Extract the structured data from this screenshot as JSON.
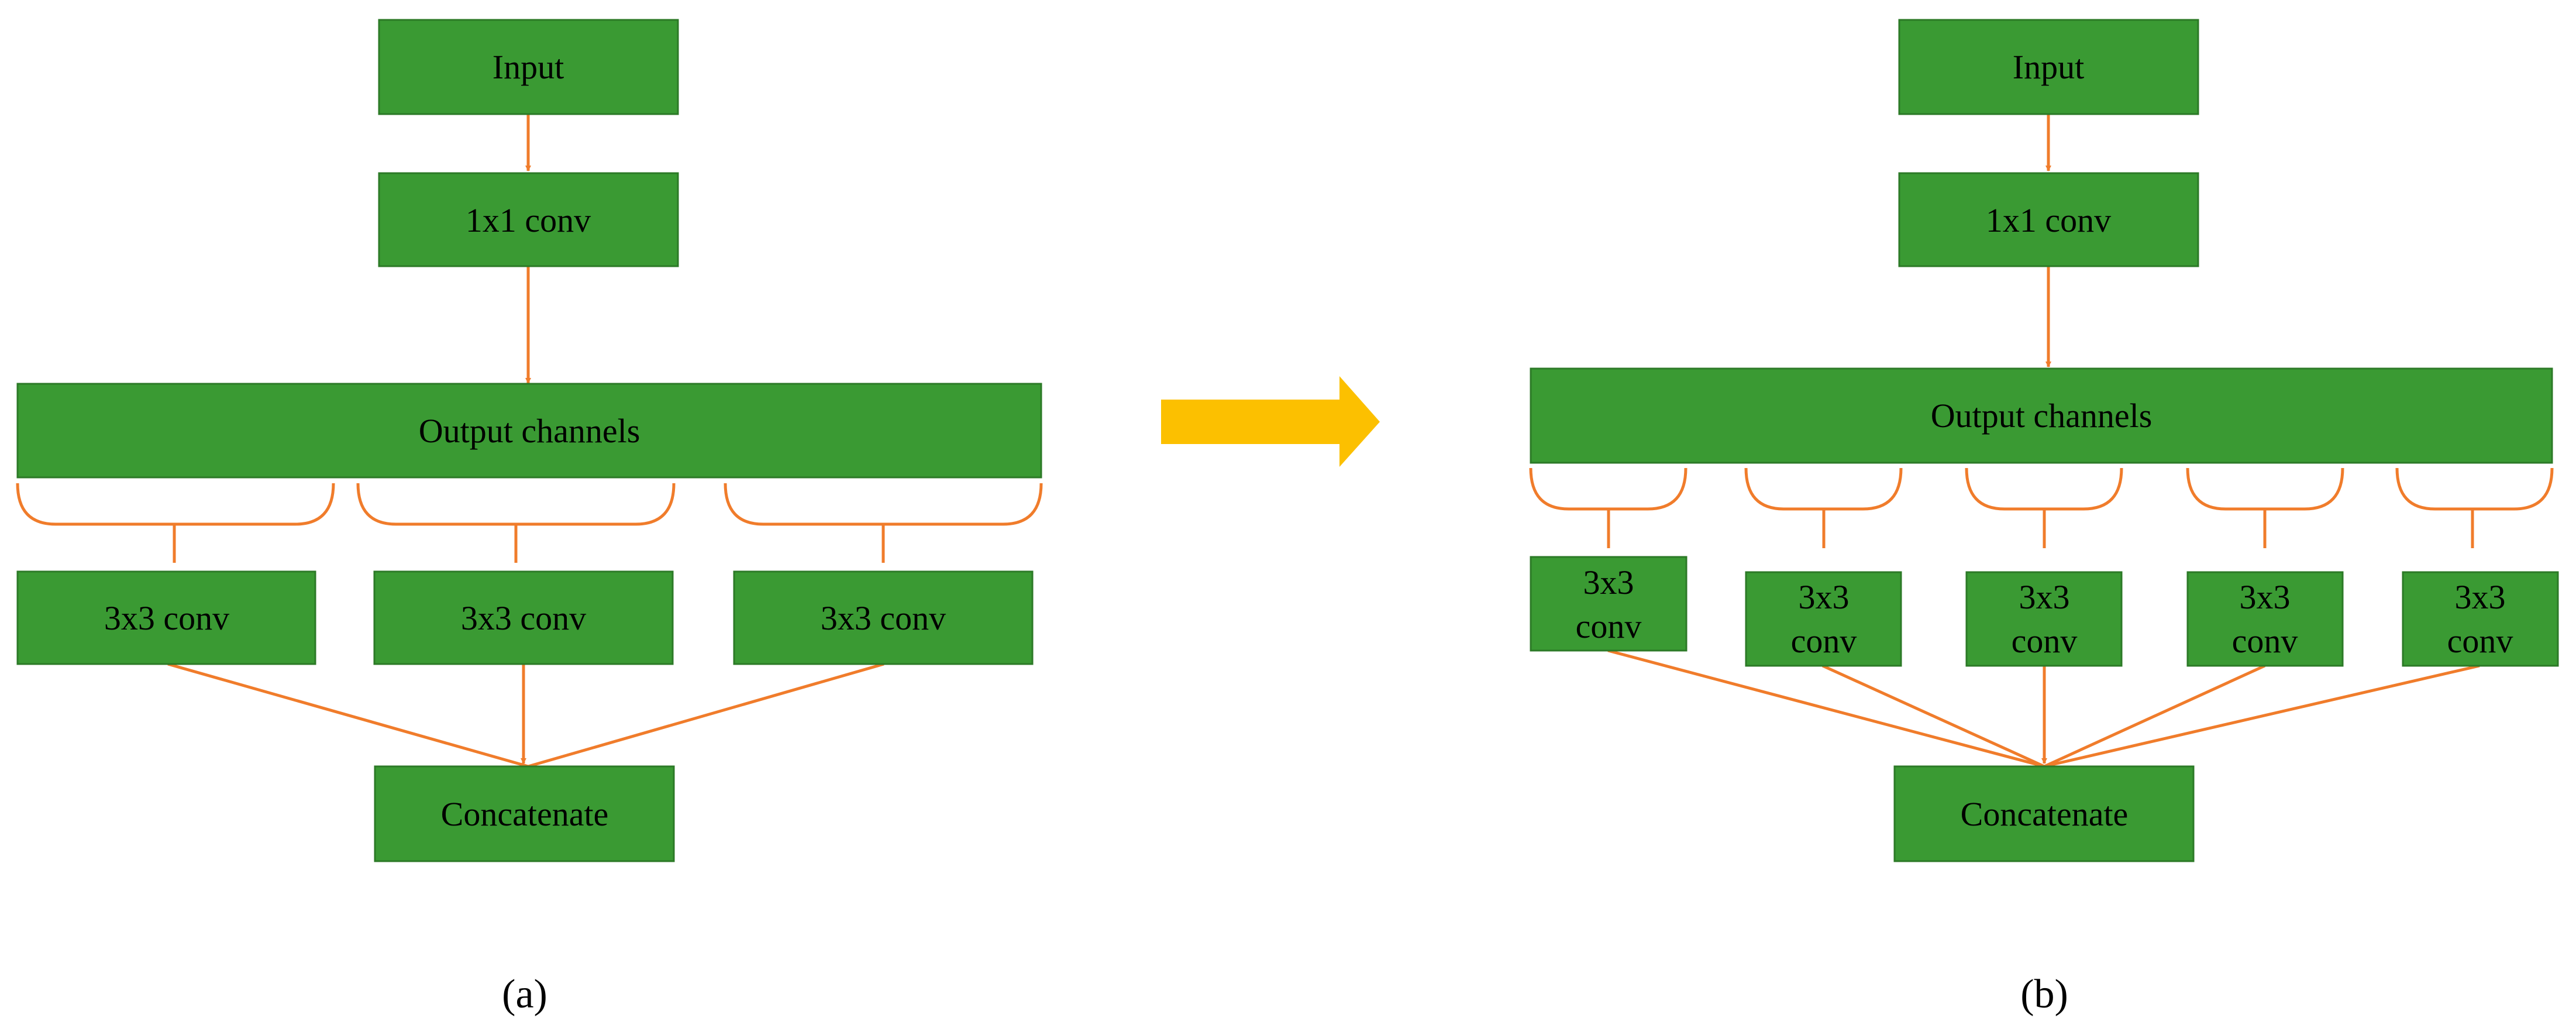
{
  "colors": {
    "box_fill": "#3a9a33",
    "box_stroke": "#2c7a27",
    "connector": "#f07c2b",
    "transition_arrow": "#fcc000"
  },
  "panel_a": {
    "caption": "(a)",
    "input": "Input",
    "conv1x1": "1x1 conv",
    "output_channels": "Output channels",
    "branches": [
      "3x3 conv",
      "3x3 conv",
      "3x3 conv"
    ],
    "concatenate": "Concatenate"
  },
  "panel_b": {
    "caption": "(b)",
    "input": "Input",
    "conv1x1": "1x1 conv",
    "output_channels": "Output channels",
    "branches": [
      [
        "3x3",
        "conv"
      ],
      [
        "3x3",
        "conv"
      ],
      [
        "3x3",
        "conv"
      ],
      [
        "3x3",
        "conv"
      ],
      [
        "3x3",
        "conv"
      ]
    ],
    "concatenate": "Concatenate"
  }
}
